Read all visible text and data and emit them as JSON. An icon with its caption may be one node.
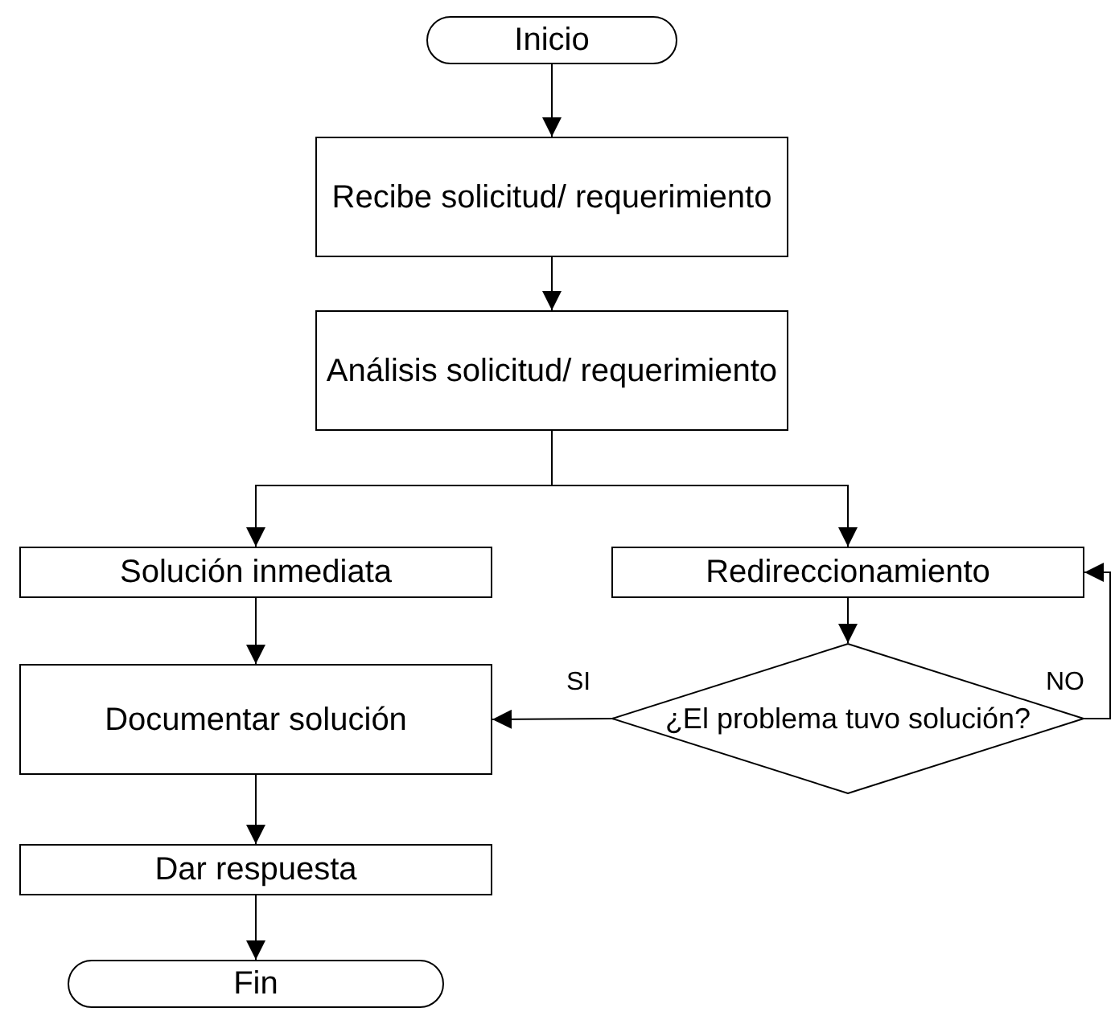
{
  "diagram": {
    "nodes": [
      {
        "text": [
          "Inicio"
        ]
      },
      {
        "text": [
          "Recibe solicitud/ requerimiento"
        ]
      },
      {
        "text": [
          "Análisis solicitud/ requerimiento"
        ]
      },
      {
        "text": [
          "Solución inmediata"
        ]
      },
      {
        "text": [
          "Redireccionamiento"
        ]
      },
      {
        "text": [
          "Documentar solución"
        ]
      },
      {
        "text": [
          "¿El problema tuvo solución?"
        ]
      },
      {
        "text": [
          "Dar respuesta"
        ]
      },
      {
        "text": [
          "Fin"
        ]
      }
    ],
    "edges": [
      {
        "from": 0,
        "to": 1,
        "arrow": "to"
      },
      {
        "from": 1,
        "to": 2,
        "arrow": "to"
      },
      {
        "from": 2,
        "to": 3,
        "arrow": "to"
      },
      {
        "from": 2,
        "to": 4,
        "arrow": "to"
      },
      {
        "from": 3,
        "to": 5,
        "arrow": "to"
      },
      {
        "from": 4,
        "to": 6,
        "arrow": "to"
      },
      {
        "from": 6,
        "to": 5,
        "arrow": "to",
        "label": "SI"
      },
      {
        "from": 6,
        "to": 4,
        "arrow": "to",
        "label": "NO"
      },
      {
        "from": 5,
        "to": 7,
        "arrow": "to"
      },
      {
        "from": 7,
        "to": 8,
        "arrow": "to"
      }
    ]
  }
}
